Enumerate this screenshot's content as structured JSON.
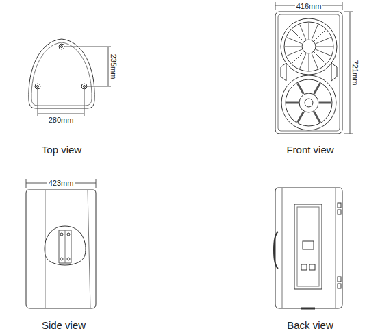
{
  "diagram": {
    "labels": [
      "235mm",
      "280mm",
      "Top view",
      "416mm",
      "721mm",
      "Front view",
      "423mm",
      "Side view",
      "Back view"
    ]
  }
}
